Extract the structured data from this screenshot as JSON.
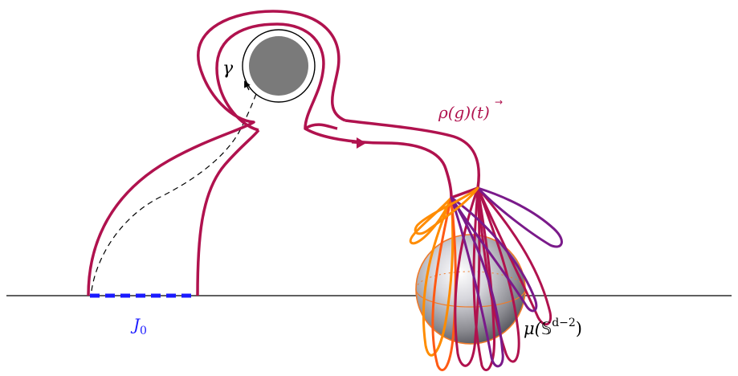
{
  "labels": {
    "gamma": "γ",
    "rho_g_t": "ρ(g)(t)",
    "rho_arrow": "→",
    "j0_base": "J",
    "j0_sub": "0",
    "mu_base": "μ(",
    "mu_set": "𝕊",
    "mu_sup": "d−2",
    "mu_close": ")"
  },
  "colors": {
    "main_curve": "#b0124e",
    "interval": "#1a1aff",
    "j0_label": "#1a1aff",
    "rho_label": "#b0124e",
    "orange": "#ff8c00",
    "orange_red": "#ff5a14",
    "crimson": "#b0124e",
    "purple": "#7a1a8a",
    "obstacle": "#7a7a7a",
    "sphere_rim": "#f07a2a"
  }
}
